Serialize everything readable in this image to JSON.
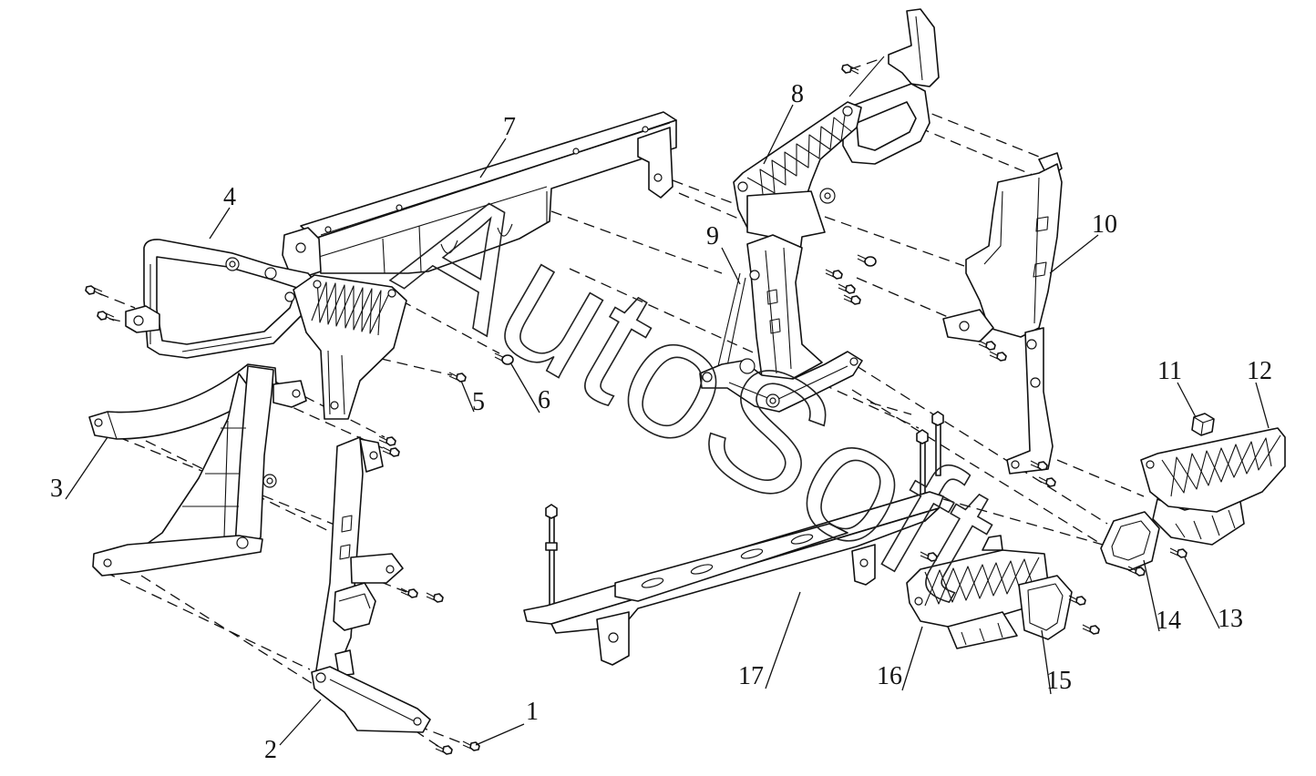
{
  "watermark": "AutoSoft",
  "callouts": [
    "1",
    "2",
    "3",
    "4",
    "5",
    "6",
    "7",
    "8",
    "9",
    "10",
    "11",
    "12",
    "13",
    "14",
    "15",
    "16",
    "17"
  ]
}
